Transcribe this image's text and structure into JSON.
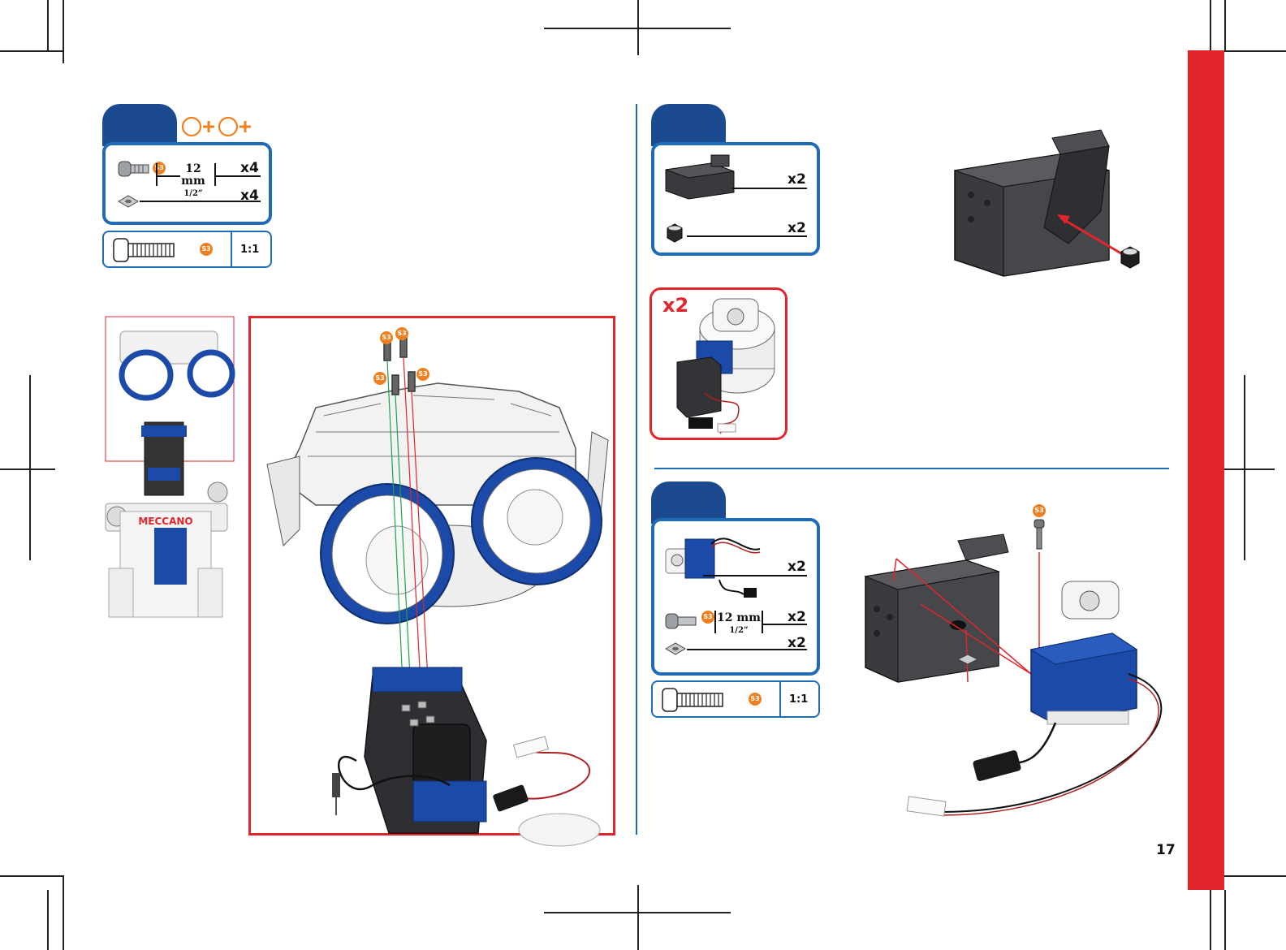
{
  "page": {
    "number": "17",
    "accent_color": "#e1252b",
    "tab_color": "#1b4a8f",
    "panel_border_color": "#1e6cb8",
    "badge_color": "#f07f1f"
  },
  "step_left": {
    "combo_icon": "bolt-plus-nut-plus-icon",
    "parts": [
      {
        "part": "screw",
        "badge": "S3",
        "size_mm": "12 mm",
        "size_in": "1/2”",
        "qty": "x4"
      },
      {
        "part": "square-nut",
        "qty": "x4"
      }
    ],
    "scale": {
      "badge": "S3",
      "ratio": "1:1"
    }
  },
  "step_right_top": {
    "parts": [
      {
        "part": "servo-bracket",
        "qty": "x2"
      },
      {
        "part": "lock-nut",
        "qty": "x2"
      }
    ],
    "subassembly_qty": "x2"
  },
  "step_right_bottom": {
    "parts": [
      {
        "part": "servo-motor",
        "qty": "x2"
      },
      {
        "part": "screw",
        "badge": "S3",
        "size_mm": "12 mm",
        "size_in": "1/2”",
        "qty": "x2"
      },
      {
        "part": "square-nut",
        "qty": "x2"
      }
    ],
    "scale": {
      "badge": "S3",
      "ratio": "1:1"
    }
  },
  "callouts": {
    "screw_badge": "S3"
  },
  "brand_logo": "MECCANO"
}
